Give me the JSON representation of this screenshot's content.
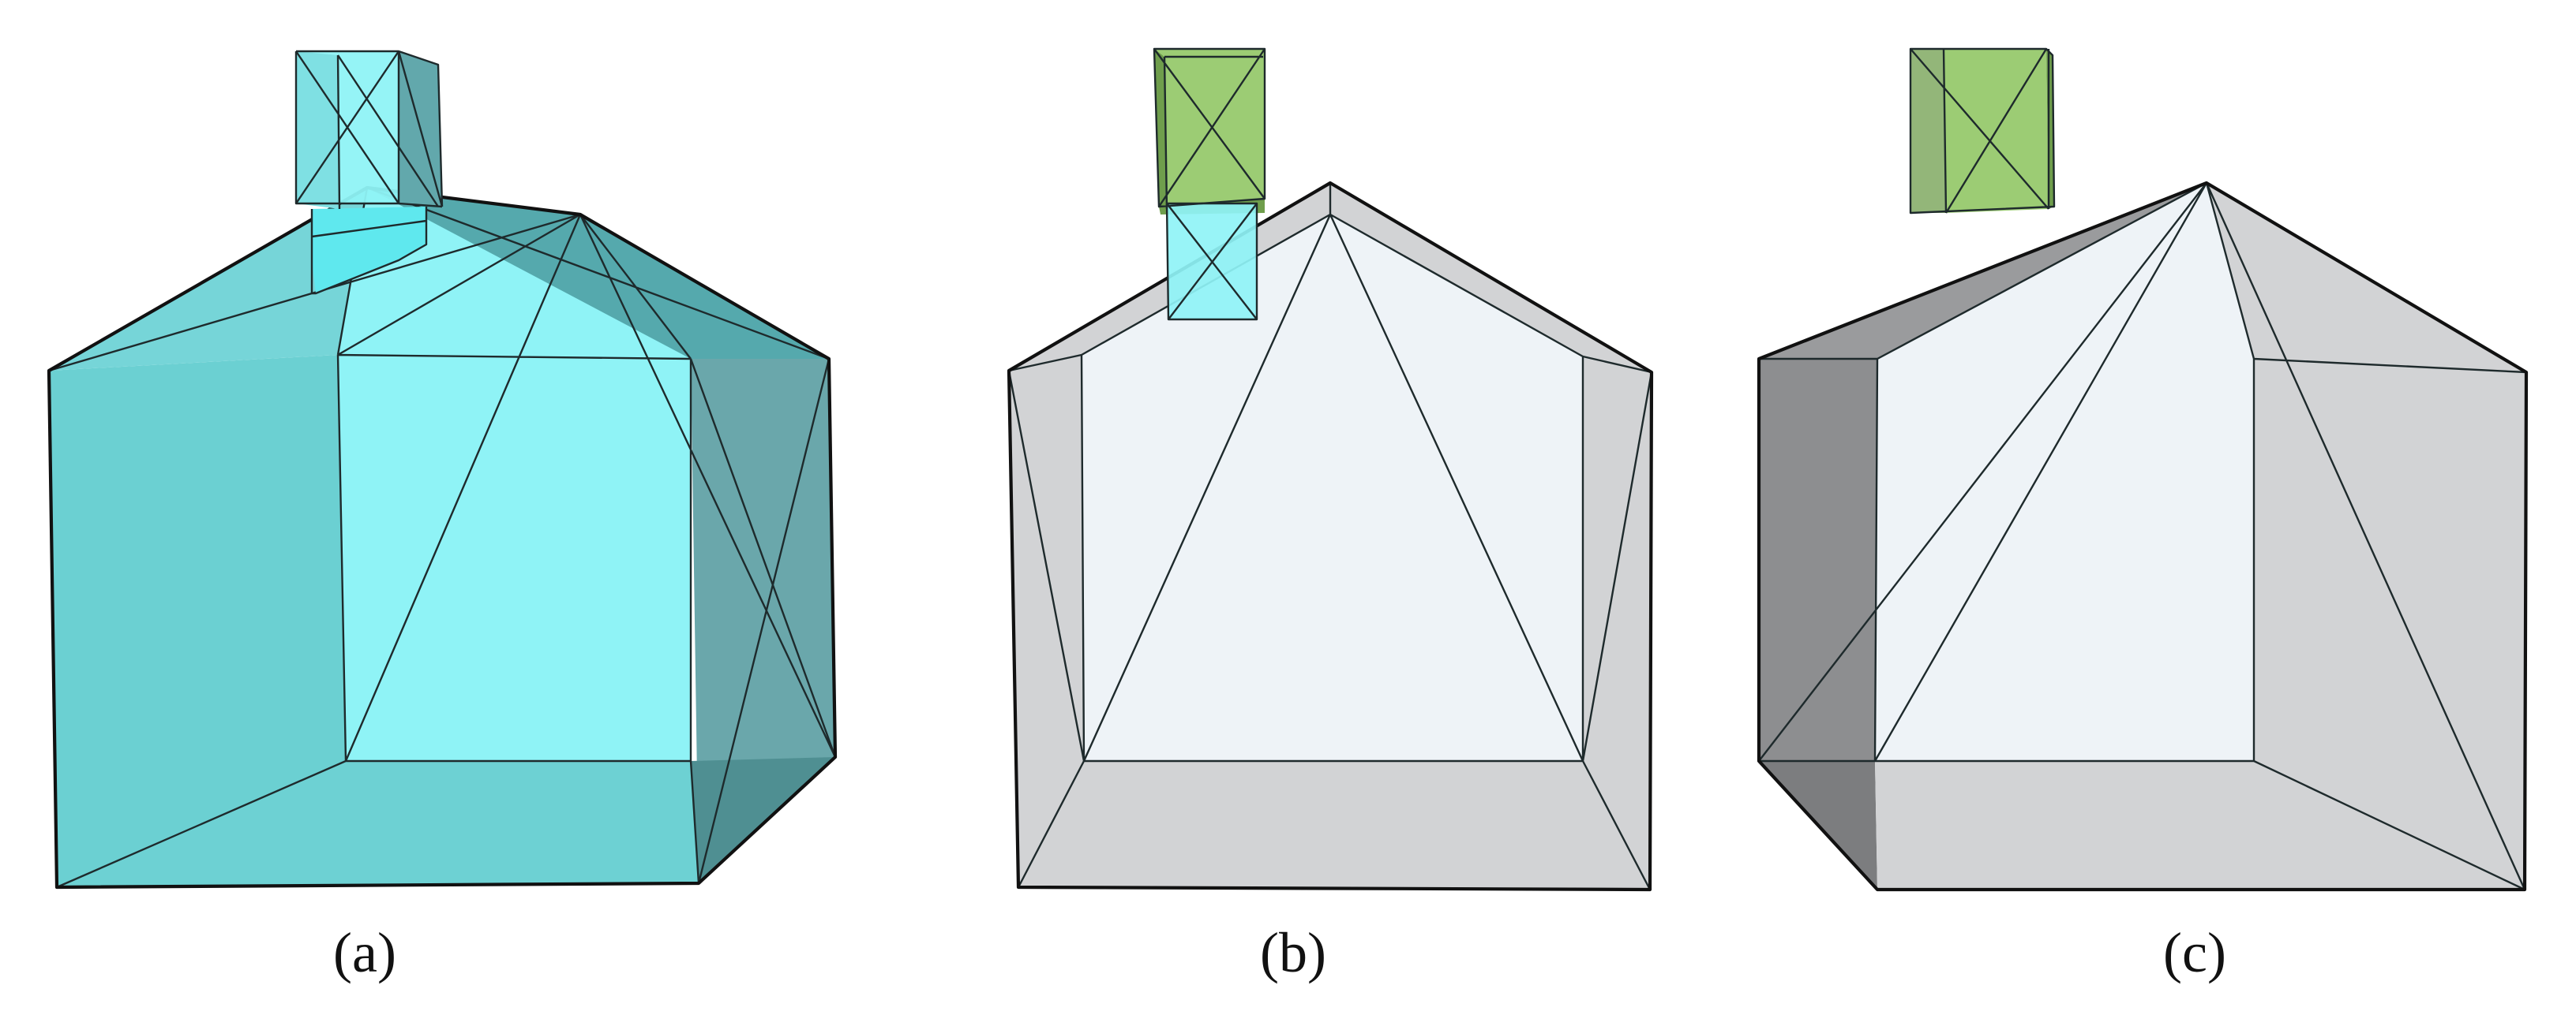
{
  "figure": {
    "panels": [
      {
        "id": "a",
        "label": "(a)"
      },
      {
        "id": "b",
        "label": "(b)"
      },
      {
        "id": "c",
        "label": "(c)"
      }
    ],
    "colors": {
      "cyan_front": "#8ff3f6",
      "cyan_side": "#6bd0d2",
      "cyan_dark": "#4f9ea2",
      "gray_back": "#eef3f7",
      "gray_side": "#d2d3d5",
      "gray_dark": "#8d8e90",
      "green_front": "#9ccc74",
      "green_side": "#6f9e4c",
      "edge": "#1e2a2c"
    }
  }
}
